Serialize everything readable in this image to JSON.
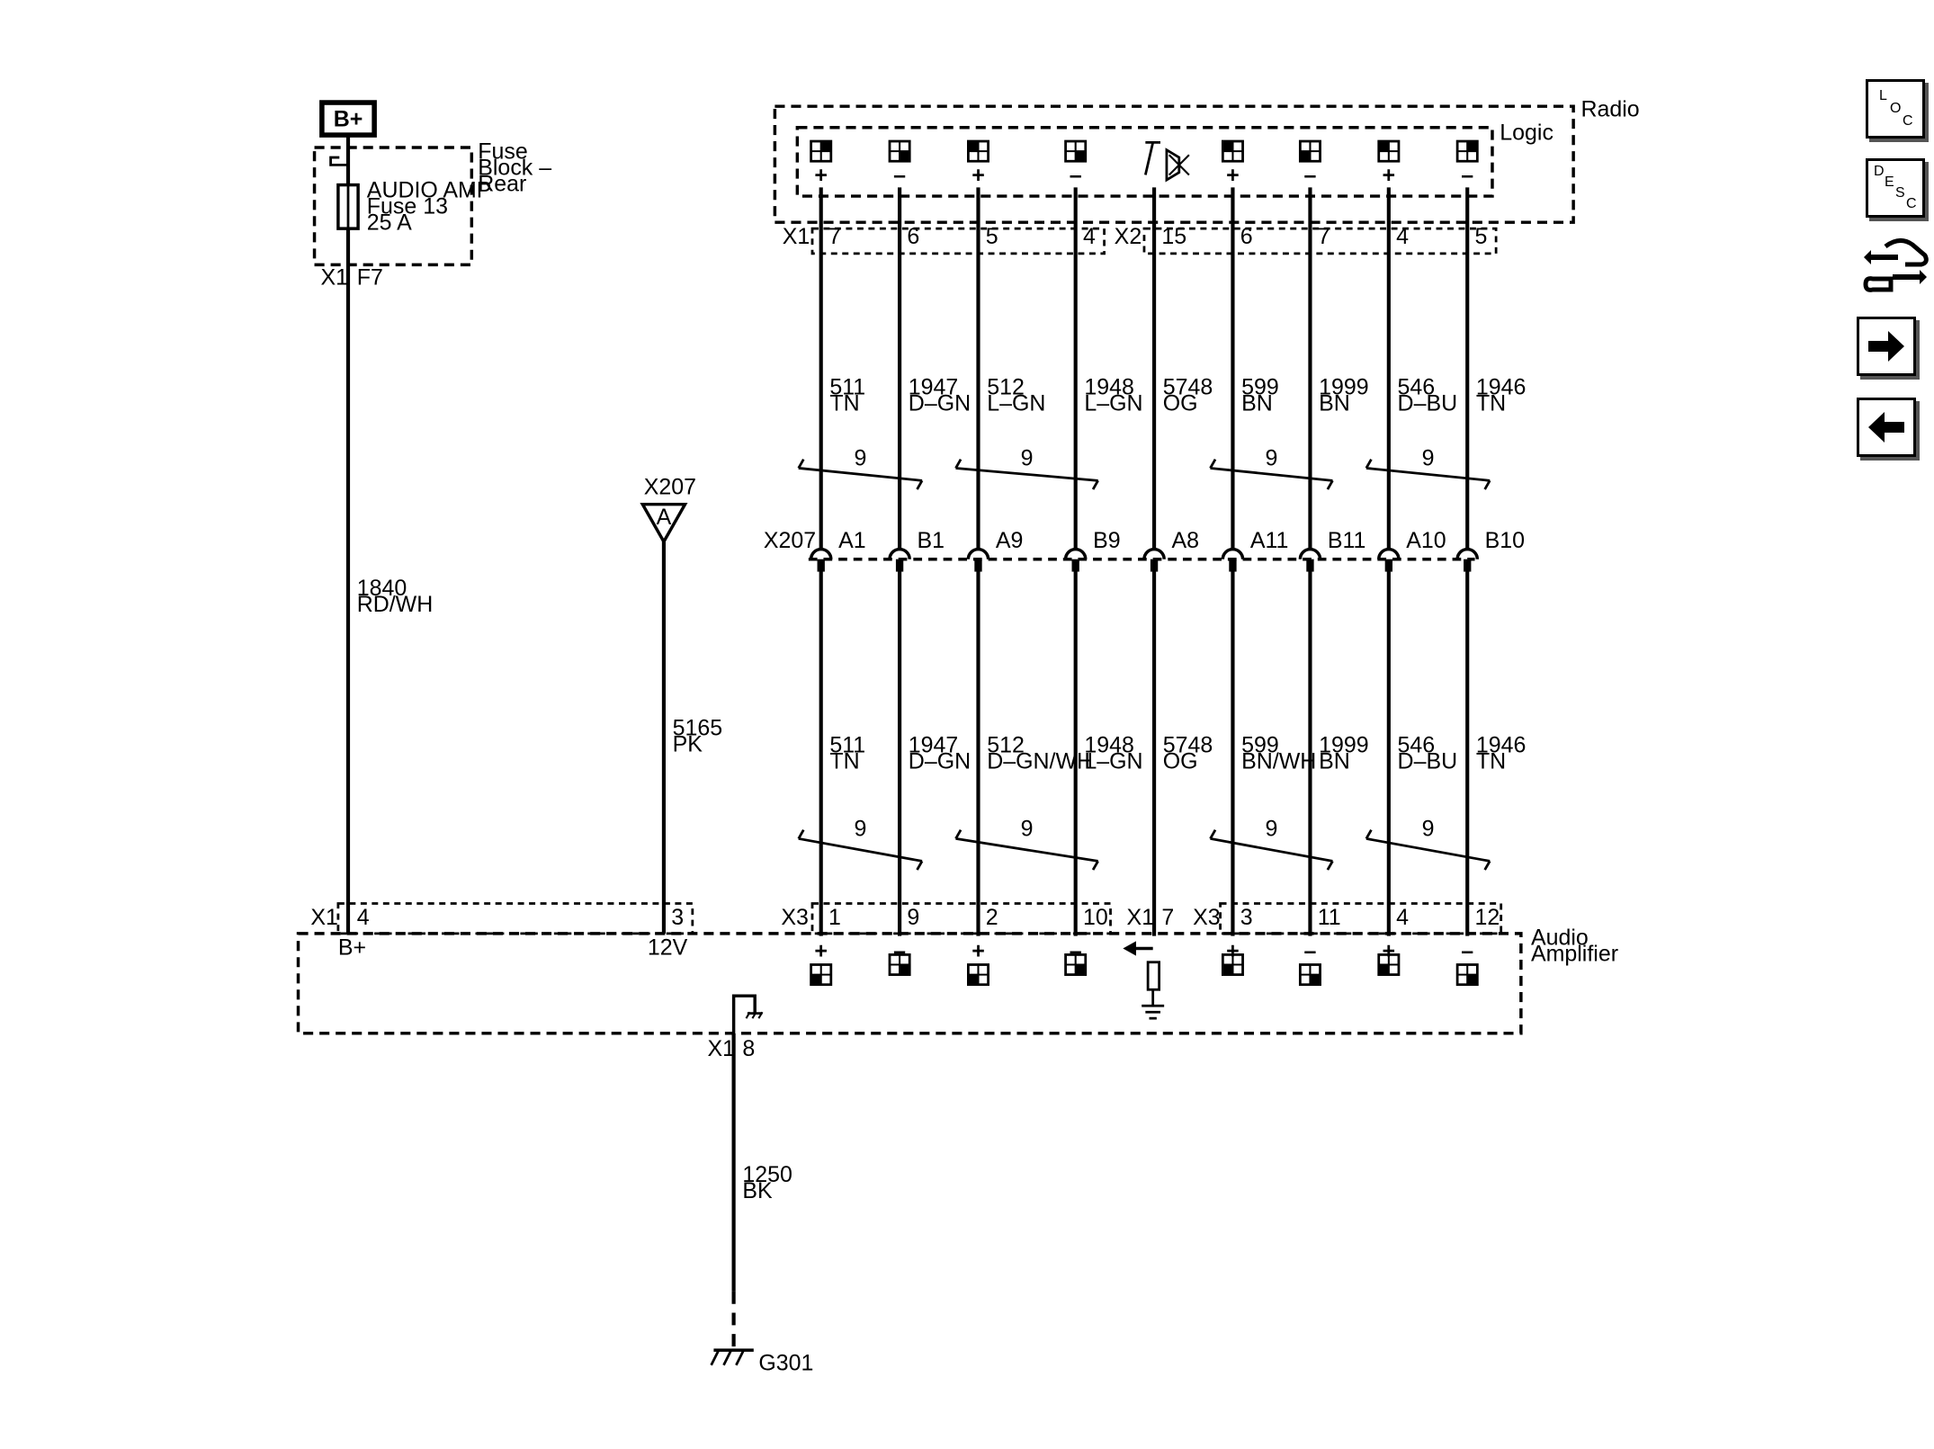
{
  "colors": {
    "ink": "#000000",
    "background": "#ffffff",
    "button_shadow": "#555555"
  },
  "nav": [
    {
      "name": "loc",
      "letters": [
        "L",
        "O",
        "C"
      ],
      "icon": "loc-icon"
    },
    {
      "name": "desc",
      "letters": [
        "D",
        "E",
        "S",
        "C"
      ],
      "icon": "desc-icon"
    },
    {
      "name": "service",
      "icon": "wrench-hand-icon"
    },
    {
      "name": "next",
      "icon": "arrow-right-icon"
    },
    {
      "name": "prev",
      "icon": "arrow-left-icon"
    }
  ],
  "power": {
    "label": "B+"
  },
  "fuse_block": {
    "name_lines": [
      "Fuse",
      "Block –",
      "Rear"
    ],
    "fuse_lines": [
      "AUDIO AMP",
      "Fuse 13",
      "25 A"
    ],
    "connector": "X1",
    "pin": "F7"
  },
  "b_plus_wire": {
    "circuit": "1840",
    "color": "RD/WH"
  },
  "inline_x207_a": {
    "name": "X207",
    "pin": "A"
  },
  "wire_12v": {
    "circuit": "5165",
    "color": "PK"
  },
  "radio": {
    "name": "Radio",
    "logic": "Logic",
    "conn_x1": "X1",
    "conn_x2": "X2",
    "polarities": [
      "+",
      "–",
      "+",
      "–",
      "",
      "+",
      "–",
      "+",
      "–"
    ],
    "pins": [
      "7",
      "6",
      "5",
      "4",
      "15",
      "6",
      "7",
      "4",
      "5"
    ]
  },
  "upper_wires": [
    {
      "circuit": "511",
      "color": "TN"
    },
    {
      "circuit": "1947",
      "color": "D–GN"
    },
    {
      "circuit": "512",
      "color": "L–GN"
    },
    {
      "circuit": "1948",
      "color": "L–GN"
    },
    {
      "circuit": "5748",
      "color": "OG"
    },
    {
      "circuit": "599",
      "color": "BN"
    },
    {
      "circuit": "1999",
      "color": "BN"
    },
    {
      "circuit": "546",
      "color": "D–BU"
    },
    {
      "circuit": "1946",
      "color": "TN"
    }
  ],
  "twist_label": "9",
  "x207": {
    "name": "X207",
    "pins": [
      "A1",
      "B1",
      "A9",
      "B9",
      "A8",
      "A11",
      "B11",
      "A10",
      "B10"
    ]
  },
  "lower_wires": [
    {
      "circuit": "511",
      "color": "TN"
    },
    {
      "circuit": "1947",
      "color": "D–GN"
    },
    {
      "circuit": "512",
      "color": "D–GN/WH"
    },
    {
      "circuit": "1948",
      "color": "L–GN"
    },
    {
      "circuit": "5748",
      "color": "OG"
    },
    {
      "circuit": "599",
      "color": "BN/WH"
    },
    {
      "circuit": "1999",
      "color": "BN"
    },
    {
      "circuit": "546",
      "color": "D–BU"
    },
    {
      "circuit": "1946",
      "color": "TN"
    }
  ],
  "amplifier": {
    "name_lines": [
      "Audio",
      "Amplifier"
    ],
    "x1": "X1",
    "x1_pins": [
      "4",
      "3"
    ],
    "x1_terms": [
      "B+",
      "12V"
    ],
    "x3_left": "X3",
    "x3_left_pins": [
      "1",
      "9",
      "2",
      "10"
    ],
    "x1_mid": "X1",
    "x1_mid_pin": "7",
    "x3_right": "X3",
    "x3_right_pins": [
      "3",
      "11",
      "4",
      "12"
    ],
    "polarities": [
      "+",
      "–",
      "+",
      "–",
      "",
      "+",
      "–",
      "+",
      "–"
    ],
    "ground_conn": "X1",
    "ground_pin": "8"
  },
  "ground_wire": {
    "circuit": "1250",
    "color": "BK"
  },
  "ground": {
    "name": "G301"
  }
}
